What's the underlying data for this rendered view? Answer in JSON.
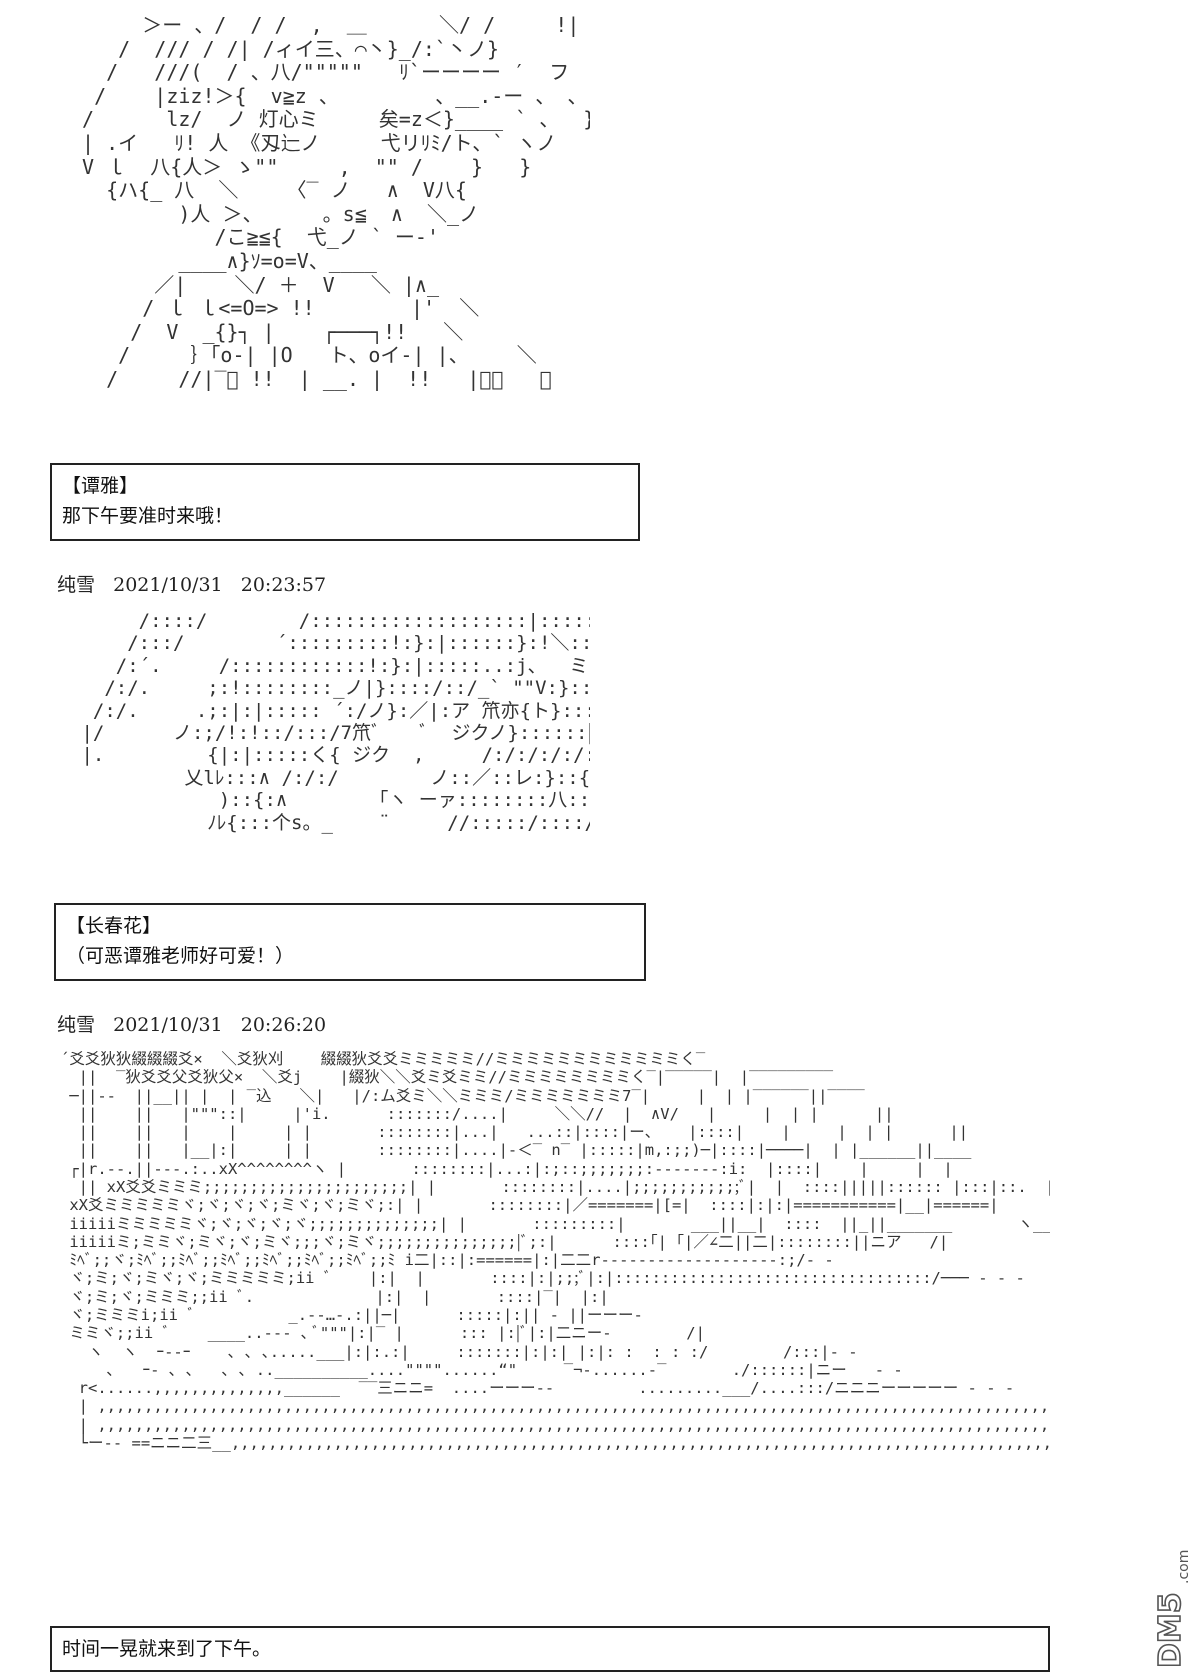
{
  "posts": [
    {
      "art": "      ＞ー 、/  / /  ,  ＿      ＼/ /     !|\n    /  /// / /| /ィイ三、⌒丶}_/:`丶ノ}\n   /   ///(  / 、八/\"\"\"\"\"   ﾘ`ーーーー ′  フ\n  /    |ziz!＞{  v≧z 、        、__.-ー 、 、\n /      lz/  ノ 灯心ミ     矣=z＜}____ ` 、  }ﾘ\n | .イ   ﾘ! 人 《刄辷ノ     弋リﾘﾐ/ト、` ヽノ\n V ｌ  八{人＞ ゝ\"\"     ,  \"\" /    }   }\n   {ハ{_ 八  ＼    〈‾ ノ   ∧  V八{\n         )人 ＞、     。s≦  ∧  ＼_ノ\n            /こ≧≦{  弋_ノ ` ー‐'\n         ____∧}ｿ=o=V、____\n       ／|    ＼/ ＋  V   ＼ |∧_\n      / ｌ ｌ<=O=> !!        |'  ＼\n     /  V  _{}┐ |    ┌───┐!!   ＼\n    /     ｝｢o-| |O   ト、oイ-| |、    ＼\n   /     //|‾ﾞ !!  | __. |  !!   |＼、   ＼",
      "speaker": "【谭雅】",
      "line": "那下午要准时来哦！"
    },
    {
      "meta": "纯雪   2021/10/31   20:23:57",
      "art": "      /::::/        /:::::::::::::::::::|:::::::::::ヾ:::、\n     /:::/        ´:::::::::!:}:|::::::}:!＼:::::::::::V::丶\n    /:´.     /::::::::::::!:}:|:::::..:j、  ミ《薔》V::ハ\n   /:/.     ;:!::::::::_ノ|}::::/::/_` \"\"V:}::::::|::::\n  /:/.     .;:|:|::::: ´:/ノ}:／|:ア 笊亦{ト}:::::}|_:::::|\n |/      ノ:;/!:!::/:::/7笊ﾞ    ﾞ  ジクノ}::::::|ﾞ }::!\n |.         {|:|:::::く{ ジク  ,     /:/:/:/:/::::/!rﾉ:::;\n          乂lﾚ:::∧ /:/:/        ノ::／::レ:}::{___\n             )::{:∧        ｢ヽ ーァ::::::::八:::/:‾ヾ:、\n            ﾉﾚ{:::个s。_    ¨     //:::::/::::/::{        }:i",
      "speaker": "【长春花】",
      "line": "（可恶谭雅老师好可爱！）"
    },
    {
      "meta": "纯雪   2021/10/31   20:26:20",
      "art": "´爻爻狄狄綴綴綴爻×  ＼爻狄刈    綴綴狄爻爻ミミミミミ//ミミミミミミミミミミミミく‾\n  ||  ‾狄爻爻父爻狄父×  ＼爻j    |綴狄＼＼爻ミ爻ミミ//ミミミミミミミミく‾|‾‾‾‾‾|  |‾‾‾‾‾‾‾‾‾\n ─||--  ||__|| |  | ‾込   ＼|   |/:ム爻ミ＼＼ミミミ/ミミミミミミミ7‾|     |  | |‾‾‾‾‾‾||‾‾‾‾\n  ||    ||   |\"\"\"::|     |'i.      :::::::/....|     ＼＼//  |  ∧V/   |     |  | |      ||\n  ||    ||   |    |     | |       ::::::::|...|   ...::|::::|ー、   |::::|    |     |  | |      ||\n  ||    ||   |__|:|     | |       ::::::::|....|-＜‾ n‾ |:::::|m,:;;)─|::::|────|  | |______||____\n ┌|r.--.||---.:..xX^^^^^^^^ヽ |       ::::::::|...:|:;::;;;;;;;:-------:i:  |::::|    |     |  |\n  || xX爻爻ミミミ;;;;;;;;;;;;;;;;;;;;;;| |       ::::::::|....|;;;;;;;;;;;;ﾞ|  |  ::::|||||:::::: |:::|::.  |     |  |\n xX爻ミミミミミヾ;ヾ;ヾ;ヾ;ミヾ;ヾ;ミヾ;:| |       ::::::::|／=======|[=|  ::::|:|:|===========|__|======|\n iiiiiミミミミミヾ;ヾ;ヾ;ヾ;ヾ;;;;;;;;;;;;;;| |       :::::::::|       ___||__|  ::::  ||_||_______       ヽ________{;;;;;;\n iiiiiミ;ミミヾ;ミヾ;ヾ;ミヾ;;;ヾ;ミヾ;;;;;;;;;;;;;;;|ﾞ;:|      ::::｢| ｢|／∠二||二|::::::::||ニア   /|                乂:::\n ﾐﾍﾞ;;ヾ;ﾐﾍﾞ;;ﾐﾍﾞ;;ﾐﾍﾞ;;ﾐﾍﾞ;;ﾐﾍﾞ;;ﾐﾍﾞ;;ﾐ i二|::|:======|:|二二r-------------------:;/- -\n ヾ;ミ;ヾ;ミヾ;ヾ;ミミミミミ;ii ﾞ    |:|  |       ::::|:|;;;ﾞ|:|::::::::::::::::::::::::::::::::::/─── - - -\n ヾ;ミ;ヾ;ミミミ;;ii ﾞ.             |:|  |       ::::|‾|  |:|\n ヾ;ミミミi;ii ﾞ          _.-‐…-.:||─|      :::::|:|| - ||ーーー-\n ミミヾ;;ii ﾞ    ____..--- ､ ﾞ\"\"\"|:|‾ |      ::: |:|ﾞ|:|二ニー-        /|\n   ヽ  ヽ  ｰ--ｰ    ､ ､ ､.....___|:|:.:|     :::::::|:|:| |:|: :  : : :/        /:::|- -\n     ､   ｰ- ､ ､   ､ ､ ..__________....\"\"\"\"......“\"     ‾¬-......-‾       ./::::::|ニー   - -\n  r<......,,,,,,,,,,,,,,______  ‾‾三ニニ=  ....ーーー--         .........___/....:::/ニニニーーーーー - - -\n  | ,,,,,,,,,,,,,,,,,,,,,,,,,,,,,,,,,,,,,,,,,,,,,,,,,,,,,,,,,,,,,,,,,,,,,,,,,,,,,,,,,,,,,,,,,,,,,,,,,,,,,,,,,,,,,,,,,,,,,,/....../ニニニニーーーーー - -  -\n  | ,,,,,,,,,,,,,,,,,,,,,,,,,,,,,,,,,,,,,,,,,,,,,,,,,,,,,,,,,,,,,,,,,,,,,,,,,,,,,,,,,,,,,,,,,,,,,,,,,,,,,,,,,,,,,,,,,,,,,,,/ニニニニーーーー - - -\n  └ー-- ==ニニ二三__,,,,,,,,,,,,,,,,,,,,,,,,,,,,,,,,,,,,,,,,,,,,,,,,,,,,,,,,,,,,,,,,,,,,,,,,,,,,,,,,,,,,,,,,,,,,,,,,,,,,,,,,,,,,,,,/ニニニニニニーーーーーー - - -",
      "line": "时间一晃就来到了下午。"
    }
  ],
  "watermark": {
    "text": "DM5",
    "subtext": ".com",
    "color": "#555555"
  }
}
